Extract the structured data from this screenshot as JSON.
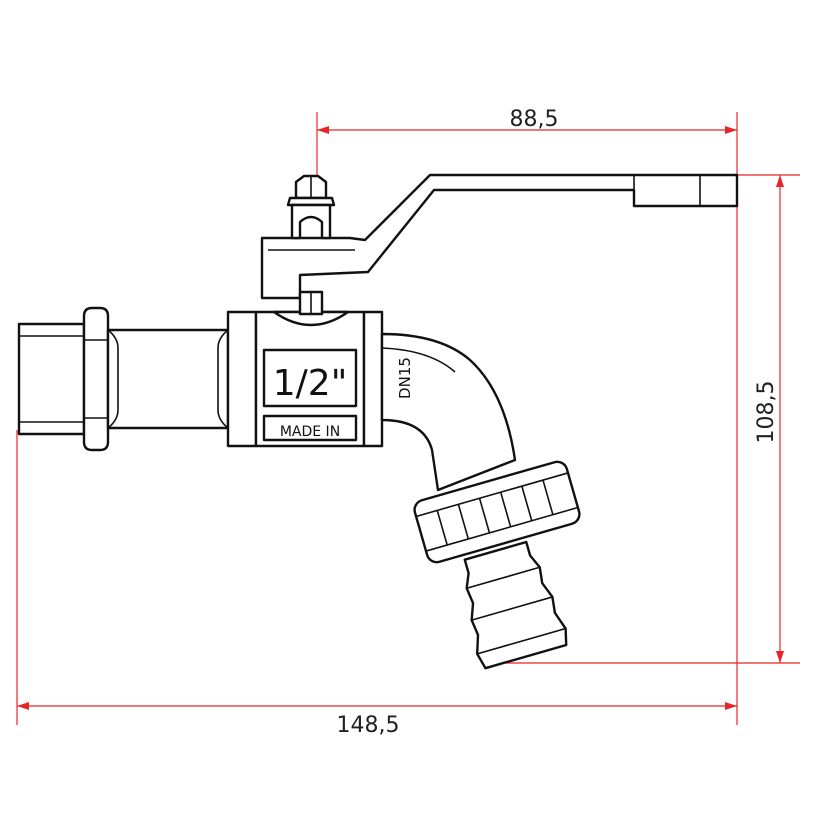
{
  "dimensions": {
    "top_width": "88,5",
    "right_height": "108,5",
    "bottom_width": "148,5"
  },
  "valve_markings": {
    "size": "1/2\"",
    "made_in": "MADE IN",
    "nominal": "DN15"
  },
  "colors": {
    "dimension": "#e8242a",
    "outline": "#111111",
    "background": "#ffffff"
  }
}
